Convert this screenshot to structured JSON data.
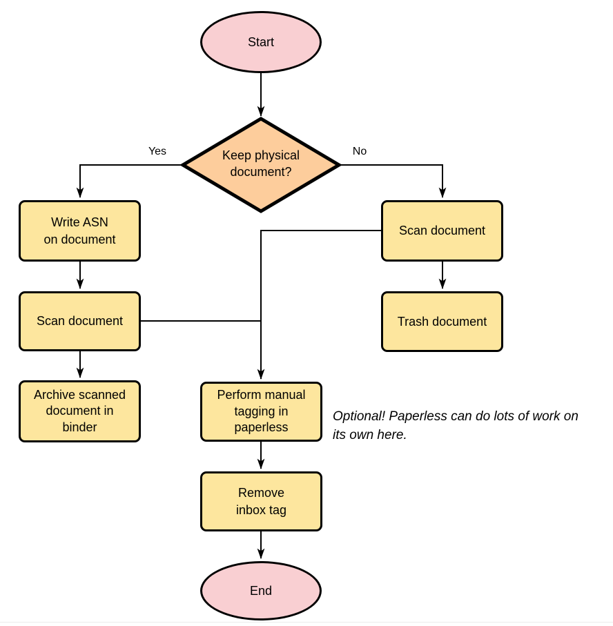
{
  "colors": {
    "terminator_fill": "#f9cfd2",
    "decision_fill": "#fdcd9c",
    "process_fill": "#fde69e",
    "stroke": "#000000",
    "line": "#000000",
    "page_edge": "#ececec"
  },
  "nodes": {
    "start": "Start",
    "decision": "Keep physical\ndocument?",
    "write_asn": "Write ASN\non document",
    "scan_left": "Scan document",
    "archive": "Archive scanned\ndocument in\nbinder",
    "scan_right": "Scan document",
    "trash": "Trash document",
    "perform_tagging": "Perform manual\ntagging in\npaperless",
    "remove_inbox": "Remove\ninbox tag",
    "end": "End"
  },
  "edge_labels": {
    "yes": "Yes",
    "no": "No"
  },
  "annotation": "Optional! Paperless can do lots of work on\nits own here.",
  "edges": [
    {
      "from": "start",
      "to": "decision",
      "label": ""
    },
    {
      "from": "decision",
      "to": "write_asn",
      "label": "Yes"
    },
    {
      "from": "decision",
      "to": "scan_right",
      "label": "No"
    },
    {
      "from": "write_asn",
      "to": "scan_left",
      "label": ""
    },
    {
      "from": "scan_left",
      "to": "archive",
      "label": ""
    },
    {
      "from": "scan_left",
      "to": "perform_tagging",
      "label": ""
    },
    {
      "from": "scan_right",
      "to": "trash",
      "label": ""
    },
    {
      "from": "scan_right",
      "to": "perform_tagging",
      "label": ""
    },
    {
      "from": "perform_tagging",
      "to": "remove_inbox",
      "label": ""
    },
    {
      "from": "remove_inbox",
      "to": "end",
      "label": ""
    }
  ]
}
